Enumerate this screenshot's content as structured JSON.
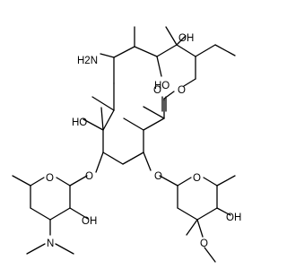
{
  "structure": {
    "type": "skeletal-formula",
    "background": "#ffffff",
    "line_color": "#000000",
    "atom_labels": {
      "amine": "H2N",
      "hydroxyl_top_right": "OH",
      "hydroxyl_ring_inner": "HO",
      "hydroxyl_left": "HO",
      "hydroxyl_sugar_left": "OH",
      "hydroxyl_sugar_right": "OH",
      "carbonyl_o": "O",
      "lactone_o": "O",
      "ether_o_left": "O",
      "ether_o_right": "O",
      "sugar_ring_o_left": "O",
      "sugar_ring_o_right": "O",
      "dimethylamino_n": "N",
      "methoxy_o": "O"
    }
  }
}
